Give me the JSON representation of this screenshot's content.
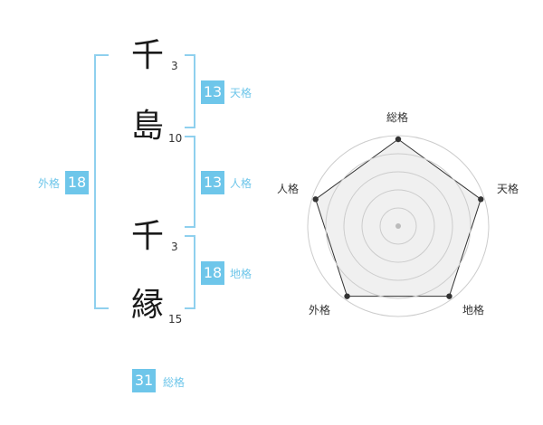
{
  "name": {
    "characters": [
      {
        "char": "千",
        "strokes": "3"
      },
      {
        "char": "島",
        "strokes": "10"
      },
      {
        "char": "千",
        "strokes": "3"
      },
      {
        "char": "縁",
        "strokes": "15"
      }
    ]
  },
  "fortune": {
    "tenkaku": {
      "value": "13",
      "label": "天格"
    },
    "jinkaku": {
      "value": "13",
      "label": "人格"
    },
    "chikaku": {
      "value": "18",
      "label": "地格"
    },
    "gaikaku": {
      "value": "18",
      "label": "外格"
    },
    "soukaku": {
      "value": "31",
      "label": "総格"
    }
  },
  "radar": {
    "axes": [
      "総格",
      "天格",
      "地格",
      "外格",
      "人格"
    ],
    "levels": 5,
    "values": [
      5,
      5,
      5,
      5,
      5
    ],
    "max": 5,
    "colors": {
      "ring": "#cccccc",
      "fill": "#f0f0f0",
      "line": "#333333",
      "point": "#333333",
      "center": "#bbbbbb"
    }
  },
  "colors": {
    "accent": "#6ec6ea",
    "bracket": "#8fd0ee"
  }
}
